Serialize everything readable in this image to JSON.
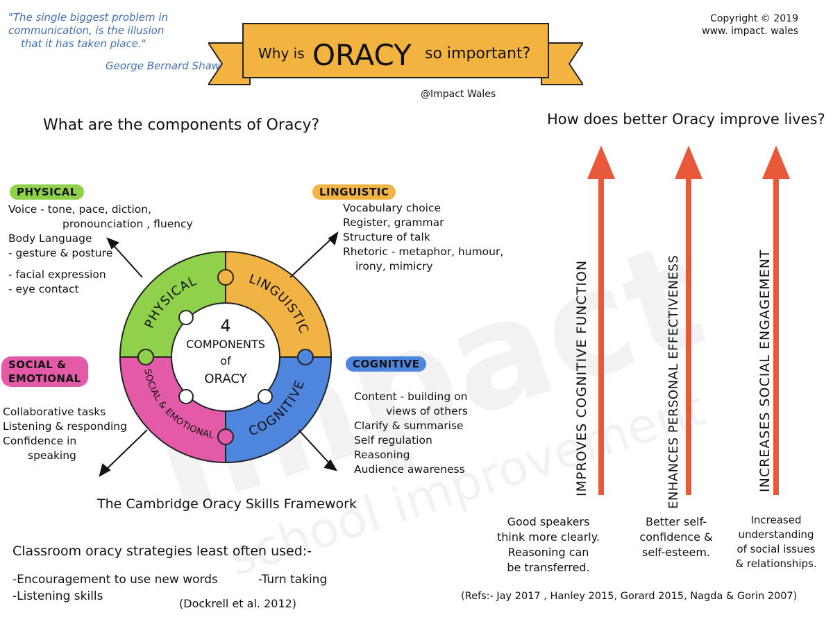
{
  "quote": {
    "lines": [
      "\"The single biggest problem in",
      "communication, is the illusion",
      "that it has taken place.\""
    ],
    "author": "George Bernard Shaw"
  },
  "banner": {
    "pre": "Why is",
    "main": "ORACY",
    "post": "so important?"
  },
  "handle": "@Impact Wales",
  "copyright": {
    "line1": "Copyright © 2019",
    "line2": "www. impact. wales"
  },
  "components_heading": "What are the components of Oracy?",
  "lives_heading": "How does better Oracy improve lives?",
  "wheel": {
    "center": [
      "4",
      "COMPONENTS",
      "of",
      "ORACY"
    ],
    "segments": {
      "physical": "PHYSICAL",
      "linguistic": "LINGUISTIC",
      "cognitive": "COGNITIVE",
      "social": "SOCIAL & EMOTIONAL"
    }
  },
  "physical": {
    "tag": "PHYSICAL",
    "items": [
      "Voice - tone, pace, diction,",
      "pronounciation , fluency",
      "Body Language",
      "- gesture & posture",
      "- facial expression",
      "- eye contact"
    ]
  },
  "linguistic": {
    "tag": "LINGUISTIC",
    "items": [
      "Vocabulary choice",
      "Register, grammar",
      "Structure of talk",
      "Rhetoric - metaphor, humour,",
      "irony, mimicry"
    ]
  },
  "social": {
    "tag_line1": "SOCIAL &",
    "tag_line2": "EMOTIONAL",
    "items": [
      "Collaborative tasks",
      "Listening & responding",
      "Confidence in",
      "speaking"
    ]
  },
  "cognitive": {
    "tag": "COGNITIVE",
    "items": [
      "Content - building on",
      "views of others",
      "Clarify & summarise",
      "Self regulation",
      "Reasoning",
      "Audience awareness"
    ]
  },
  "framework_caption": "The Cambridge Oracy Skills Framework",
  "strategies": {
    "heading": "Classroom oracy strategies least often used:-",
    "item1": "-Encouragement to use new words",
    "item2": "-Turn taking",
    "item3": "-Listening skills",
    "citation": "(Dockrell et al. 2012)"
  },
  "arrows": [
    {
      "label": "IMPROVES COGNITIVE FUNCTION",
      "desc": [
        "Good speakers",
        "think more clearly.",
        "Reasoning can",
        "be transferred."
      ]
    },
    {
      "label": "ENHANCES PERSONAL EFFECTIVENESS",
      "desc": [
        "Better self-",
        "confidence &",
        "self-esteem."
      ]
    },
    {
      "label": "INCREASES SOCIAL ENGAGEMENT",
      "desc": [
        "Increased",
        "understanding",
        "of social issues",
        "& relationships."
      ]
    }
  ],
  "refs": "(Refs:- Jay 2017 , Hanley 2015, Gorard 2015, Nagda & Gorin 2007)",
  "watermark": "Impact school improvement",
  "colors": {
    "banner": "#f3b340",
    "physical": "#8fd14a",
    "linguistic": "#f2b345",
    "cognitive": "#4f86dd",
    "social": "#e35aa6",
    "arrow": "#e8593a",
    "quote": "#3f6fb5"
  }
}
